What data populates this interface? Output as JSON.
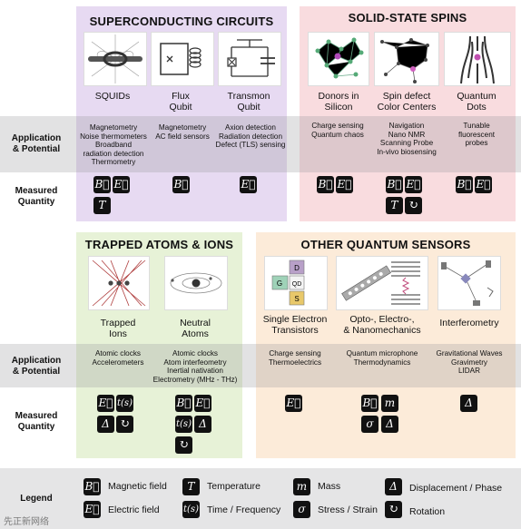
{
  "row_headers": {
    "application": "Application\n& Potential",
    "measured": "Measured\nQuantity",
    "legend": "Legend"
  },
  "panels": {
    "superconducting": {
      "title": "SUPERCONDUCTING CIRCUITS",
      "items": [
        {
          "label": "SQUIDs",
          "apps": "Magnetometry\nNoise thermometers\nBroadband\nradiation detection\nThermometry"
        },
        {
          "label": "Flux\nQubit",
          "apps": "Magnetometry\nAC field sensors"
        },
        {
          "label": "Transmon\nQubit",
          "apps": "Axion detection\nRadiation detection\nDefect (TLS) sensing"
        }
      ]
    },
    "solid_state": {
      "title": "SOLID-STATE SPINS",
      "items": [
        {
          "label": "Donors in\nSilicon",
          "apps": "Charge sensing\nQuantum chaos"
        },
        {
          "label": "Spin defect\nColor Centers",
          "apps": "Navigation\nNano NMR\nScanning Probe\nIn-vivo biosensing"
        },
        {
          "label": "Quantum\nDots",
          "apps": "Tunable\nfluorescent\nprobes"
        }
      ]
    },
    "trapped": {
      "title": "TRAPPED ATOMS & IONS",
      "items": [
        {
          "label": "Trapped\nIons",
          "apps": "Atomic clocks\nAccelerometers"
        },
        {
          "label": "Neutral\nAtoms",
          "apps": "Atomic clocks\nAtom interfeometry\nInertial nativation\nElectrometry (MHz - THz)"
        }
      ]
    },
    "other": {
      "title": "OTHER QUANTUM SENSORS",
      "items": [
        {
          "label": "Single Electron\nTransistors",
          "apps": "Charge sensing\nThermoelectrics"
        },
        {
          "label": "Opto-, Electro-,\n& Nanomechanics",
          "apps": "Quantum microphone\nThermodynamics"
        },
        {
          "label": "Interferometry",
          "apps": "Gravitational Waves\nGravimetry\nLIDAR"
        }
      ],
      "set_labels": {
        "d": "D",
        "g": "G",
        "qd": "QD",
        "s": "S"
      }
    }
  },
  "symbols": {
    "B": "B⃗",
    "E": "E⃗",
    "T": "T",
    "t": "t(s)",
    "m": "m",
    "sigma": "σ",
    "delta": "Δ",
    "rot": "↻"
  },
  "legend": [
    {
      "key": "B",
      "text": "Magnetic field"
    },
    {
      "key": "E",
      "text": "Electric field"
    },
    {
      "key": "T",
      "text": "Temperature"
    },
    {
      "key": "t",
      "text": "Time / Frequency"
    },
    {
      "key": "m",
      "text": "Mass"
    },
    {
      "key": "sigma",
      "text": "Stress / Strain"
    },
    {
      "key": "delta",
      "text": "Displacement / Phase"
    },
    {
      "key": "rot",
      "text": "Rotation"
    }
  ],
  "watermark": "先正新网络"
}
